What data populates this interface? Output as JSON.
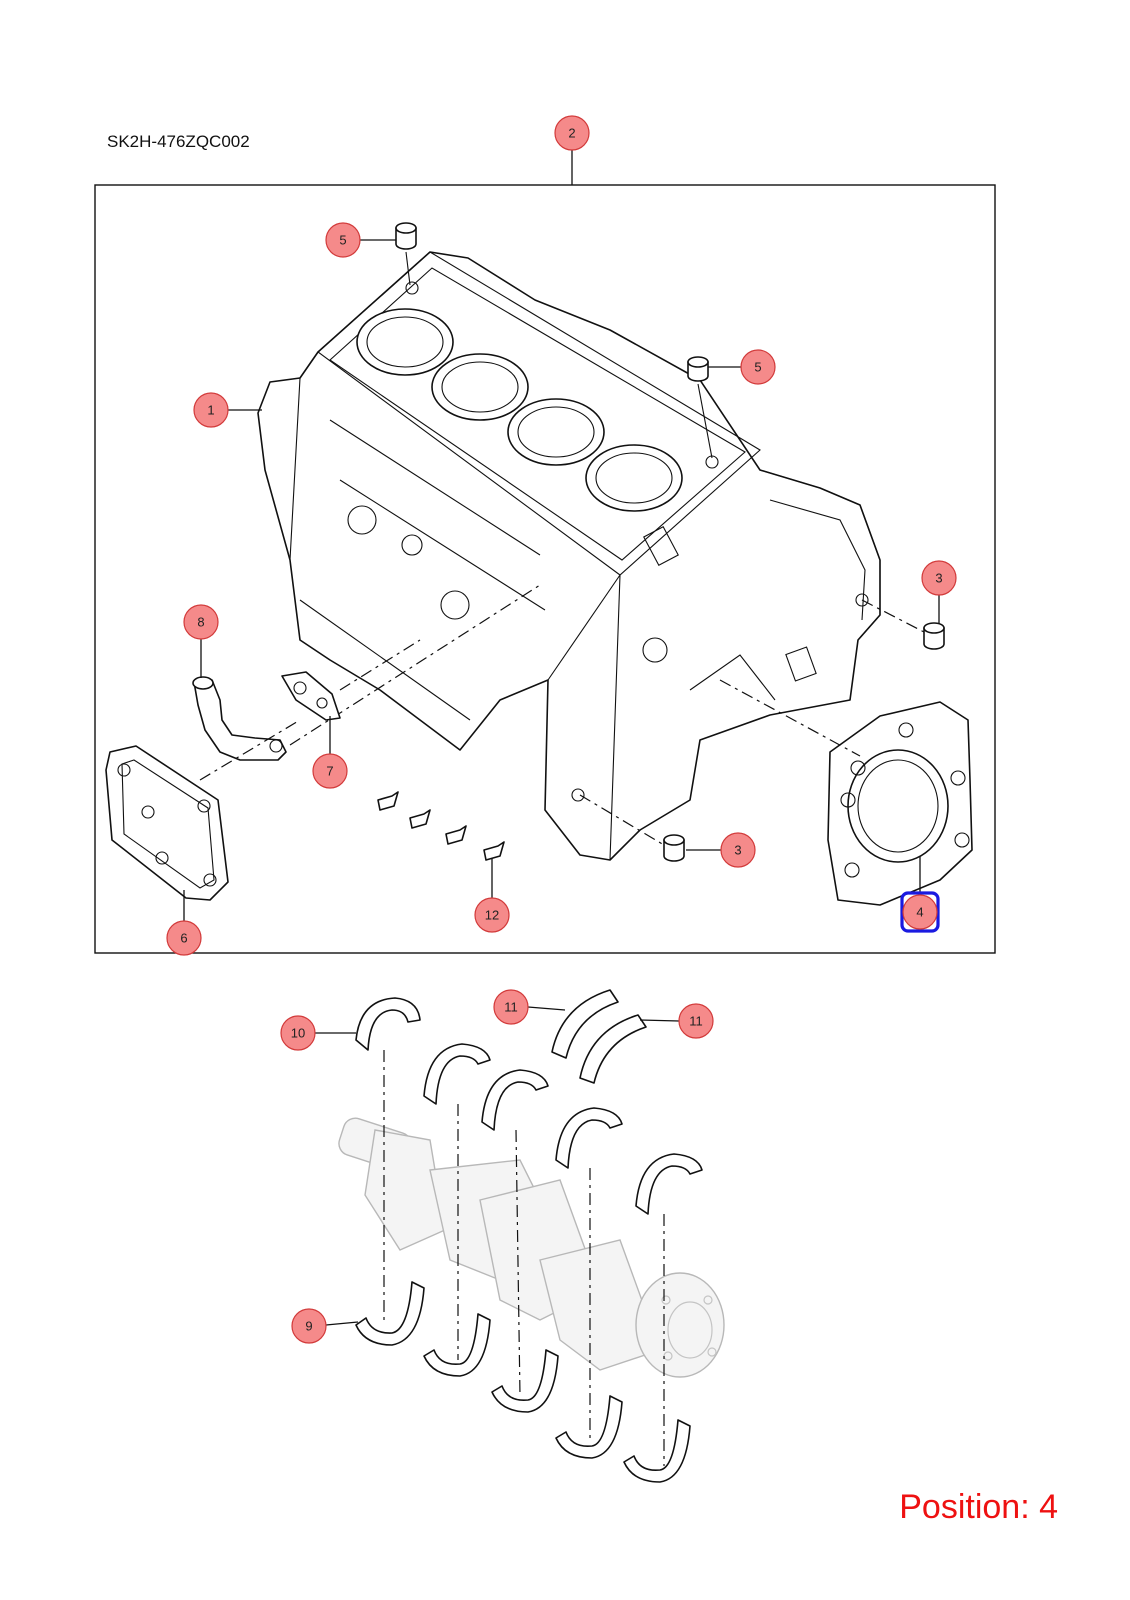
{
  "diagram": {
    "code": "SK2H-476ZQC002",
    "position_text": "Position: 4",
    "selected_callout": "4",
    "callouts": [
      {
        "id": "c2",
        "label": "2"
      },
      {
        "id": "c5a",
        "label": "5"
      },
      {
        "id": "c5b",
        "label": "5"
      },
      {
        "id": "c1",
        "label": "1"
      },
      {
        "id": "c3a",
        "label": "3"
      },
      {
        "id": "c8",
        "label": "8"
      },
      {
        "id": "c7",
        "label": "7"
      },
      {
        "id": "c3b",
        "label": "3"
      },
      {
        "id": "c4",
        "label": "4"
      },
      {
        "id": "c12",
        "label": "12"
      },
      {
        "id": "c6",
        "label": "6"
      },
      {
        "id": "c11a",
        "label": "11"
      },
      {
        "id": "c11b",
        "label": "11"
      },
      {
        "id": "c10",
        "label": "10"
      },
      {
        "id": "c9",
        "label": "9"
      }
    ]
  },
  "colors": {
    "callout_fill": "#f58a8a",
    "callout_stroke": "#d23a3a",
    "highlight": "#1a1ae0",
    "position_text": "#ee1111"
  }
}
